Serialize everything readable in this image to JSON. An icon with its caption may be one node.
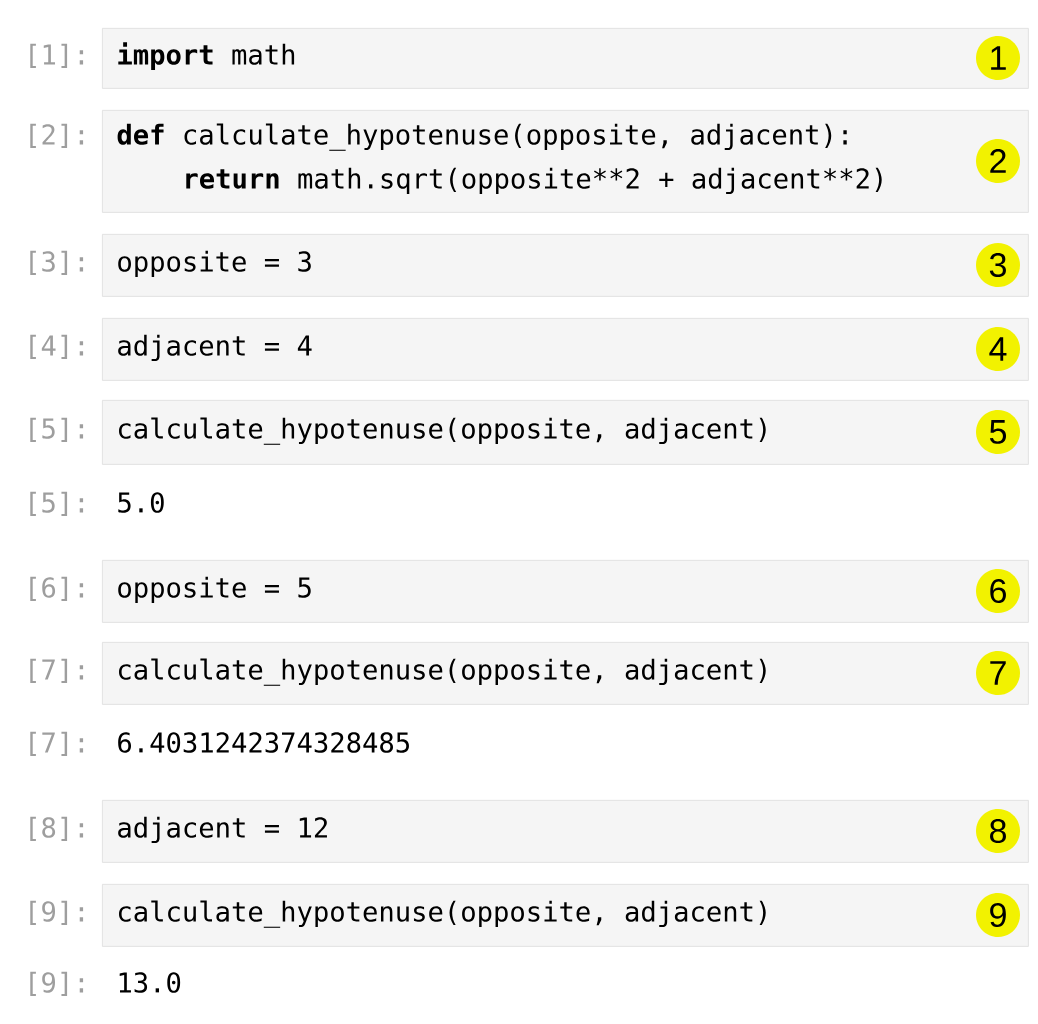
{
  "diagram": {
    "nodes": [
      {
        "text": [
          "**import** math"
        ],
        "beside": [
          "[1]:"
        ]
      },
      {
        "text": [
          "1"
        ],
        "in": 0
      },
      {
        "text": [
          "**def** calculate_hypotenuse(opposite, adjacent):",
          "**return** math.sqrt(opposite**2",
          "+ adjacent**2)"
        ],
        "beside": [
          "[2]:"
        ]
      },
      {
        "text": [
          "2"
        ],
        "in": 2
      },
      {
        "text": [
          "opposite = 3"
        ],
        "beside": [
          "[3]:"
        ]
      },
      {
        "text": [
          "3"
        ],
        "in": 4
      },
      {
        "text": [
          "adjacent = 4"
        ],
        "beside": [
          "[4]:"
        ]
      },
      {
        "text": [
          "4"
        ],
        "in": 6
      },
      {
        "text": [
          "calculate_hypotenuse(opposite, adjacent)"
        ],
        "beside": [
          "[5]:"
        ]
      },
      {
        "text": [
          "5"
        ],
        "in": 8
      },
      {
        "text": [
          "opposite = 5"
        ],
        "beside": [
          "[6]:"
        ]
      },
      {
        "text": [
          "6"
        ],
        "in": 10
      },
      {
        "text": [
          "calculate_hypotenuse(opposite, adjacent)"
        ],
        "beside": [
          "[7]:"
        ]
      },
      {
        "text": [
          "7"
        ],
        "in": 12
      },
      {
        "text": [
          "adjacent = 12"
        ],
        "beside": [
          "[8]:"
        ]
      },
      {
        "text": [
          "8"
        ],
        "in": 14
      },
      {
        "text": [
          "calculate_hypotenuse(opposite, adjacent)"
        ],
        "beside": [
          "[9]:"
        ]
      },
      {
        "text": [
          "9"
        ],
        "in": 16
      }
    ],
    "labels": [
      "[5]:",
      "5.0",
      "[7]:",
      "6.4031242374328485",
      "[9]:",
      "13.0"
    ]
  }
}
